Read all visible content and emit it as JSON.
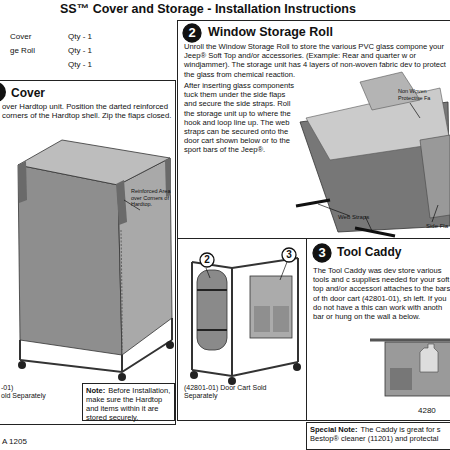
{
  "diagram": {
    "title": "SS™ Cover and Storage - Installation Instructions",
    "nodes": [
      {
        "text": [
          "Cover",
          "over Hardtop unit. Position the darted reinforced corners of the Hardtop shell. Zip the flaps closed."
        ]
      },
      {
        "text": [
          "Window Storage Roll",
          "Unroll the Window Storage Roll to store the various PVC glass compone your Jeep® Soft Top and/or accessories. (Example: Rear and quarter w or windjammer). The storage unit has 4 layers of non-woven fabric dev to protect the glass from chemical reaction.",
          "After inserting glass components tuck them under the side flaps and secure the side straps. Roll the storage unit up to where the hook and loop line up. The web straps can be secured onto the door cart shown below or to the sport bars of the Jeep®."
        ]
      },
      {
        "text": [
          "2"
        ],
        "in": 1
      },
      {
        "text": [
          "(42801-01) Door Cart Sold Separately"
        ]
      },
      {
        "text": [
          "2"
        ],
        "in": 3
      },
      {
        "text": [
          "3"
        ],
        "in": 3
      },
      {
        "text": [
          "Tool Caddy",
          "The Tool Caddy was dev store various tools and c supplies needed for your soft top and/or accessori attaches to the bars of th door cart (42801-01), sh left. If you do not have a this can work with anoth bar or hung on the wall a below."
        ]
      },
      {
        "text": [
          "3"
        ],
        "in": 6
      }
    ],
    "labels": [
      "Cover",
      "Qty - 1",
      "ge Roll",
      "Qty - 1",
      "Qty - 1",
      "Reinforced Area over Corners of Hardtop.",
      "-01)",
      "old Separately",
      "Note:",
      "Before Installation, make sure the Hardtop and items within it are stored securely.",
      "A 1205",
      "Non Woven Protective Fa",
      "Web Straps",
      "Side Fla",
      "Special Note:",
      "The Caddy is great for s Bestop® cleaner (11201) and protectal",
      "4280"
    ]
  }
}
